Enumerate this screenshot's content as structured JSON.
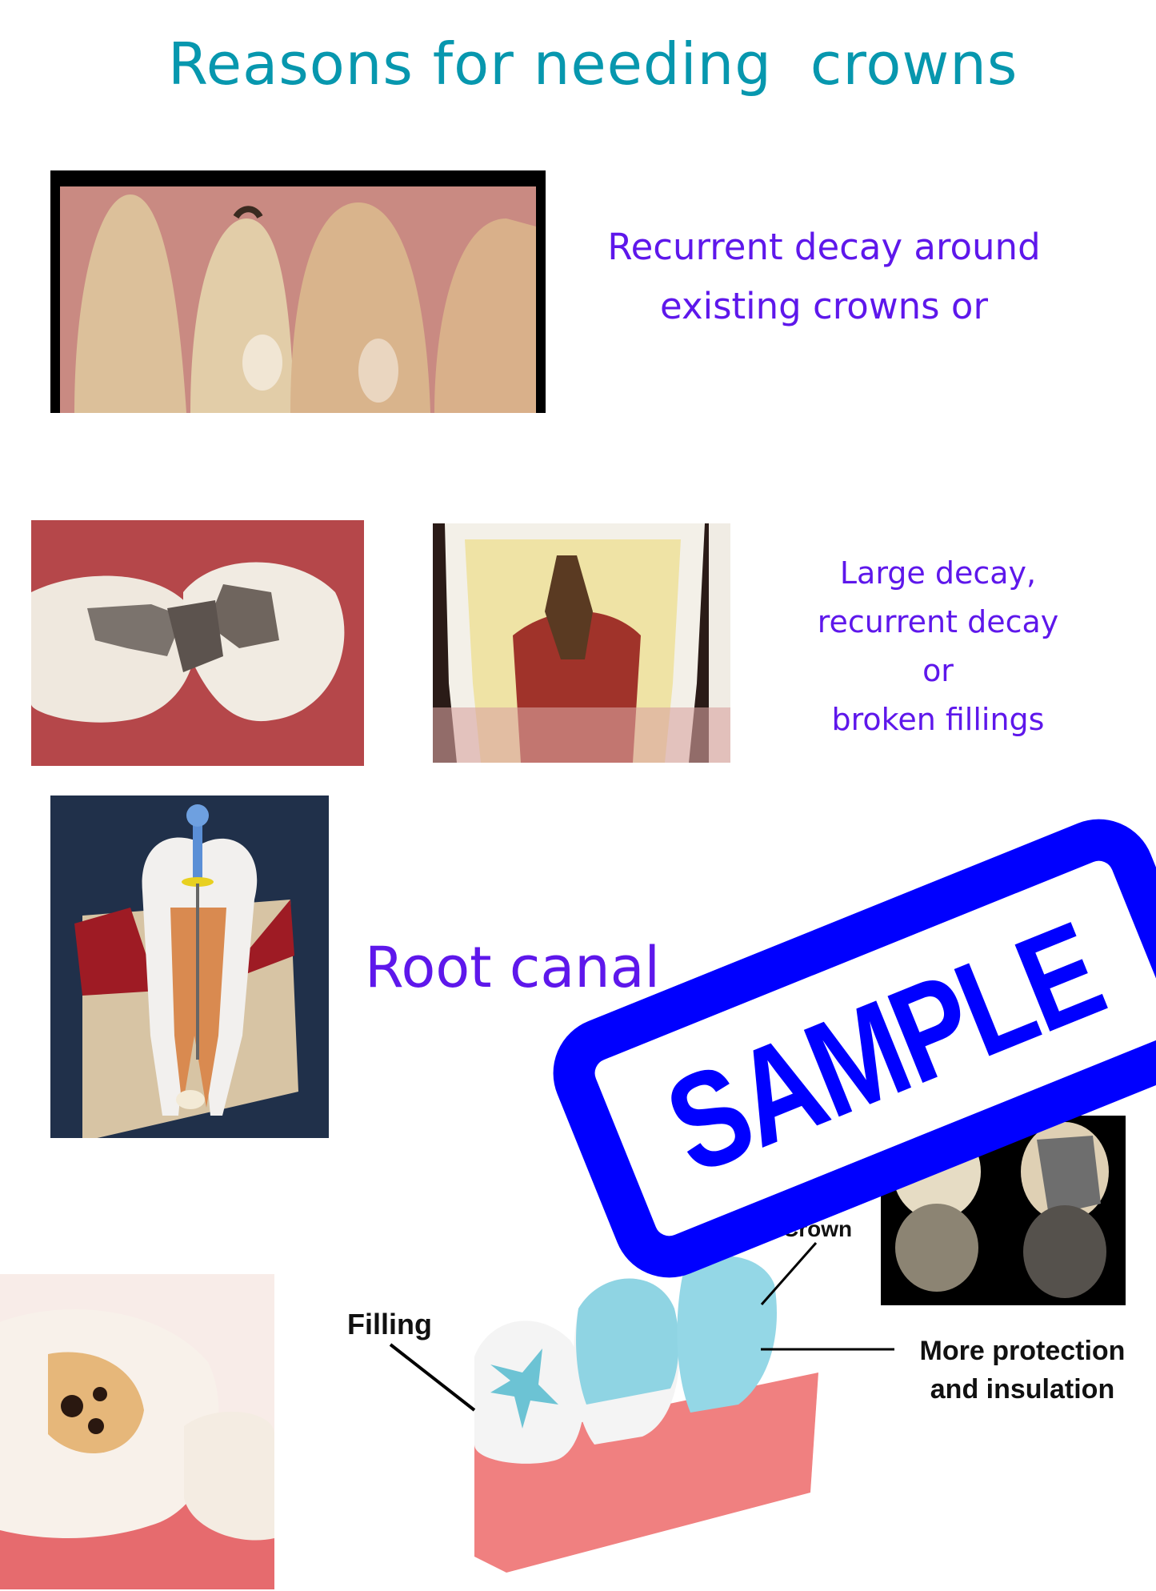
{
  "title": "Reasons for needing  crowns",
  "sections": [
    {
      "lines": [
        "Recurrent decay around",
        "existing crowns or"
      ]
    },
    {
      "lines": [
        "Large decay,",
        "recurrent decay",
        "or",
        "broken fillings"
      ]
    },
    {
      "lines": [
        "Root canal"
      ]
    }
  ],
  "diagram": {
    "filling_label": "Filling",
    "crown_label": "Crown",
    "protection_label": [
      "More protection",
      "and insulation"
    ]
  },
  "watermark": "SAMPLE",
  "colors": {
    "title": "#0797ae",
    "body": "#5e17eb",
    "stamp": "#0000ff"
  }
}
